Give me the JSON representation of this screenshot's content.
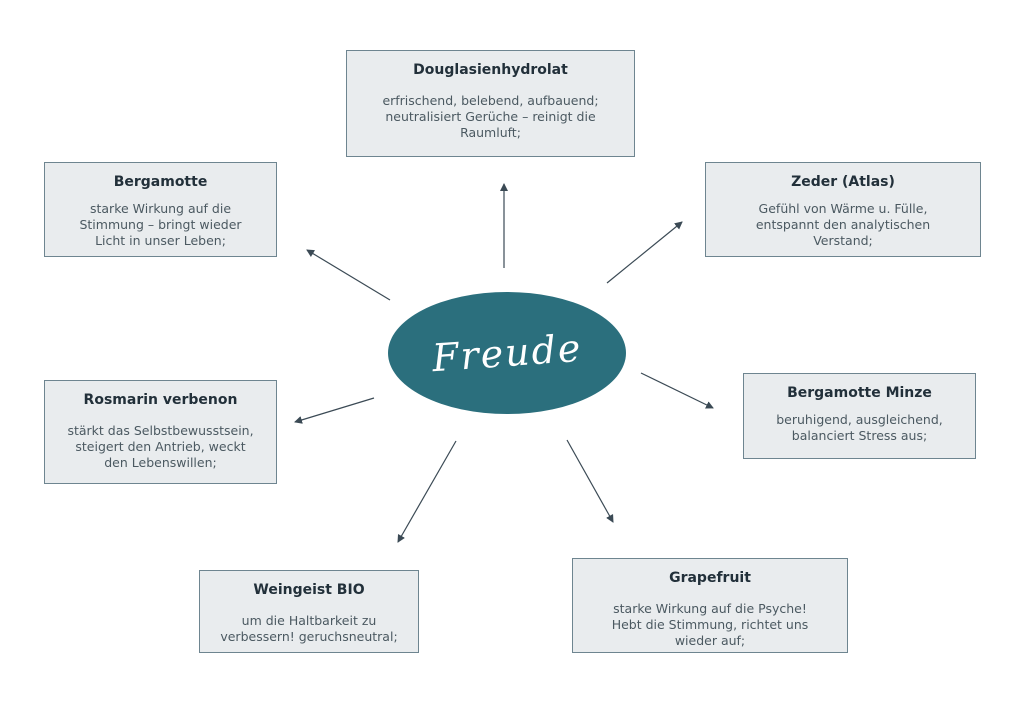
{
  "center": {
    "label": "Freude",
    "color": "#2b6f7d"
  },
  "boxes": {
    "douglas": {
      "title": "Douglasienhydrolat",
      "desc": "erfrischend, belebend, aufbauend;\nneutralisiert Gerüche – reinigt die\nRaumluft;"
    },
    "bergamotte": {
      "title": "Bergamotte",
      "desc": "starke Wirkung auf die\nStimmung – bringt wieder\nLicht in unser Leben;"
    },
    "zeder": {
      "title": "Zeder (Atlas)",
      "desc": "Gefühl von Wärme u. Fülle,\nentspannt den analytischen\nVerstand;"
    },
    "rosmarin": {
      "title": "Rosmarin verbenon",
      "desc": "stärkt das Selbstbewusstsein,\nsteigert den Antrieb, weckt\nden Lebenswillen;"
    },
    "minze": {
      "title": "Bergamotte Minze",
      "desc": "beruhigend, ausgleichend,\nbalanciert Stress aus;"
    },
    "weingeist": {
      "title": "Weingeist BIO",
      "desc": "um die Haltbarkeit zu\nverbessern! geruchsneutral;"
    },
    "grapefruit": {
      "title": "Grapefruit",
      "desc": "starke Wirkung auf die Psyche!\nHebt die Stimmung, richtet uns\nwieder auf;"
    }
  },
  "colors": {
    "box_fill": "#e9ecee",
    "box_border": "#6e8590",
    "arrow": "#3b4a55"
  }
}
